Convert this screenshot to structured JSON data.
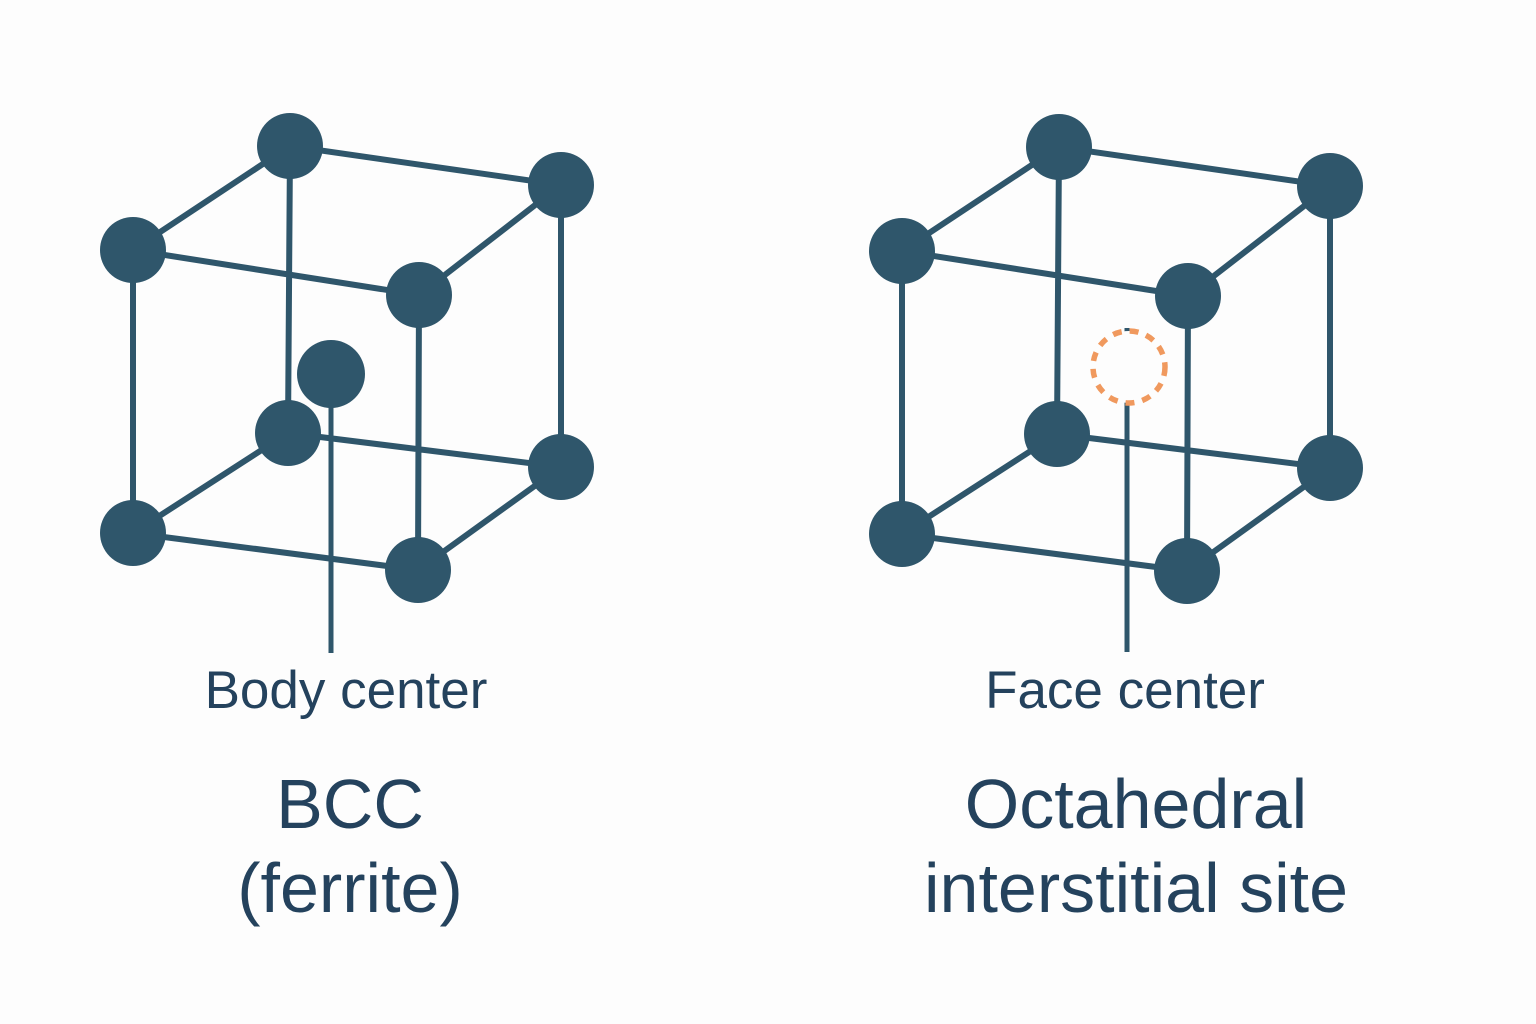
{
  "colors": {
    "background": "#fdfdfd",
    "atom": "#2f566b",
    "edge": "#2f566b",
    "text": "#24425d",
    "interstitial": "#f0995e"
  },
  "left_panel": {
    "site_label": "Body center",
    "title_line1": "BCC",
    "title_line2": "(ferrite)"
  },
  "right_panel": {
    "site_label": "Face center",
    "title_line1": "Octahedral",
    "title_line2": "interstitial site"
  },
  "diagram": {
    "type": "crystal-structure-comparison",
    "left_cube": {
      "corner_atoms": 8,
      "extra_site": "filled atom at body center with leader line to label"
    },
    "right_cube": {
      "corner_atoms": 8,
      "extra_site": "orange dashed empty circle marking face-center interstitial site with leader line to label"
    }
  }
}
